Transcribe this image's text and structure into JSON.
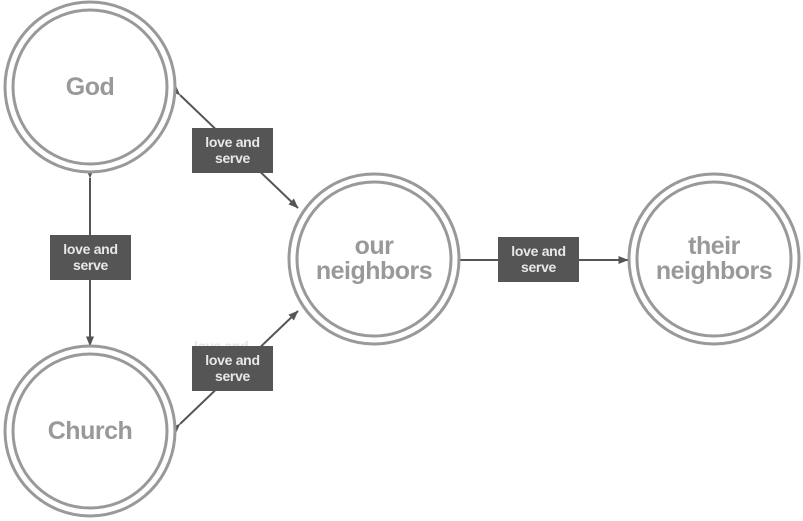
{
  "nodes": {
    "god": {
      "label": "God"
    },
    "church": {
      "label": "Church"
    },
    "our_neighbors": {
      "label": "our\nneighbors"
    },
    "their_neighbors": {
      "label": "their\nneighbors"
    }
  },
  "edges": {
    "god_church": {
      "label": "love and\nserve"
    },
    "god_neighbors": {
      "label": "love and\nserve"
    },
    "church_neighbors": {
      "label": "love and\nserve"
    },
    "neighbors_their": {
      "label": "love and\nserve"
    }
  },
  "ghost_label": "love and",
  "colors": {
    "ring": "#999999",
    "edge": "#555555",
    "node_text": "#999999",
    "edge_label_bg": "#555555",
    "edge_label_text": "#e8e8e8"
  }
}
